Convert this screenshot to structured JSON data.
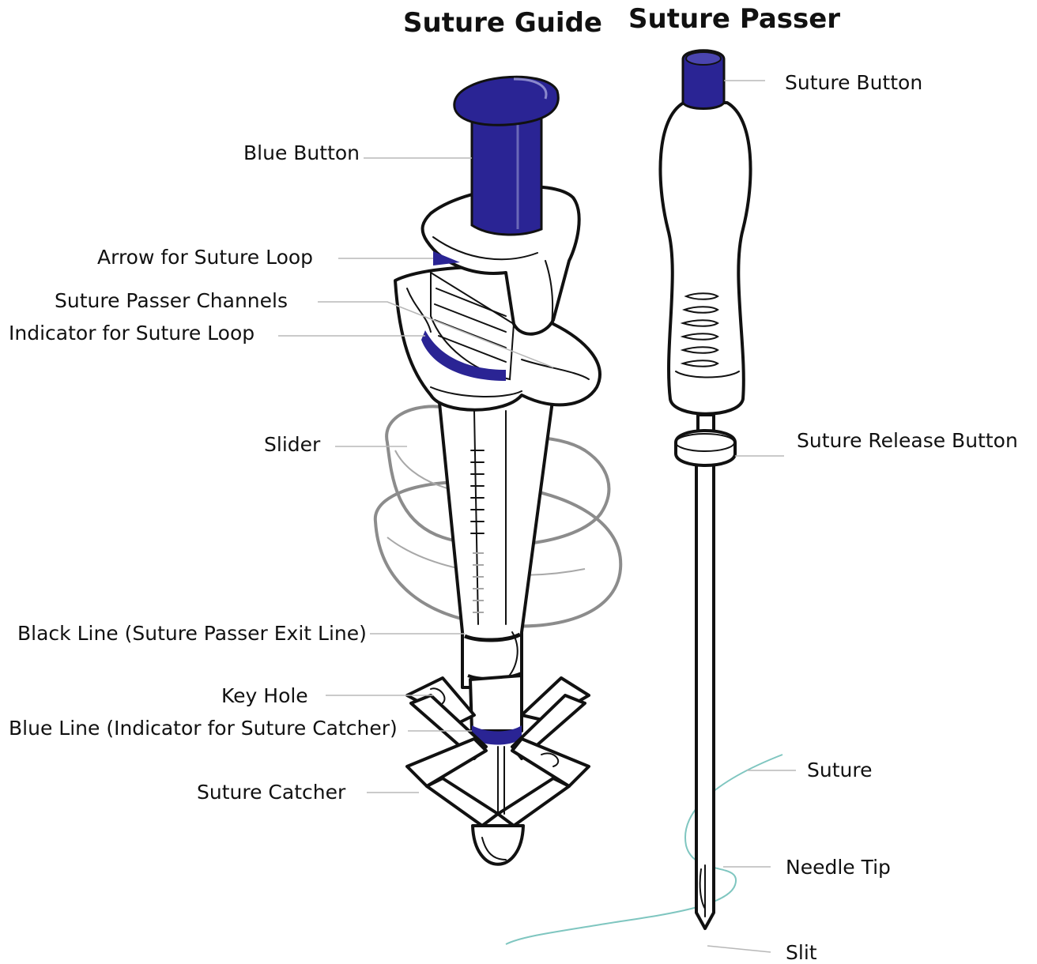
{
  "titles": {
    "guide": "Suture Guide",
    "passer": "Suture Passer"
  },
  "labels": {
    "blue_button": "Blue Button",
    "arrow_suture_loop": "Arrow for Suture Loop",
    "suture_passer_channels": "Suture Passer Channels",
    "indicator_suture_loop": "Indicator for Suture Loop",
    "slider": "Slider",
    "black_line": "Black Line (Suture Passer Exit Line)",
    "key_hole": "Key Hole",
    "blue_line": "Blue Line (Indicator for Suture Catcher)",
    "suture_catcher": "Suture Catcher",
    "suture_button": "Suture Button",
    "suture_release_button": "Suture Release Button",
    "suture": "Suture",
    "needle_tip": "Needle Tip",
    "slit": "Slit"
  },
  "colors": {
    "device_blue": "#2a2494",
    "suture_thread": "#7fc6c0",
    "leader_line": "#b8b8b8",
    "outline": "#111111"
  }
}
